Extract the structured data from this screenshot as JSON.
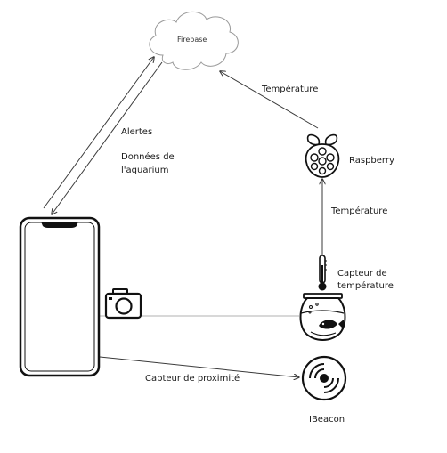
{
  "nodes": {
    "firebase": {
      "label": "Firebase",
      "icon": "cloud-icon"
    },
    "raspberry": {
      "label": "Raspberry",
      "icon": "raspberry-pi-icon"
    },
    "phone": {
      "icon": "smartphone-icon"
    },
    "camera": {
      "icon": "camera-icon"
    },
    "aquarium": {
      "icon": "fishbowl-icon"
    },
    "thermometer": {
      "icon": "thermometer-icon"
    },
    "ibeacon": {
      "label": "IBeacon",
      "icon": "ibeacon-icon"
    }
  },
  "edges": {
    "raspberry_to_firebase": "Température",
    "sensor_to_raspberry": "Température",
    "firebase_to_phone_alerts": "Alertes",
    "phone_aquarium_data_line1": "Données de",
    "phone_aquarium_data_line2": "l'aquarium",
    "temperature_sensor_line1": "Capteur de",
    "temperature_sensor_line2": "température",
    "proximity_sensor": "Capteur de proximité"
  },
  "colors": {
    "stroke": "#3a3a3a",
    "raspberry_red": "#000000",
    "fish": "#000000"
  }
}
